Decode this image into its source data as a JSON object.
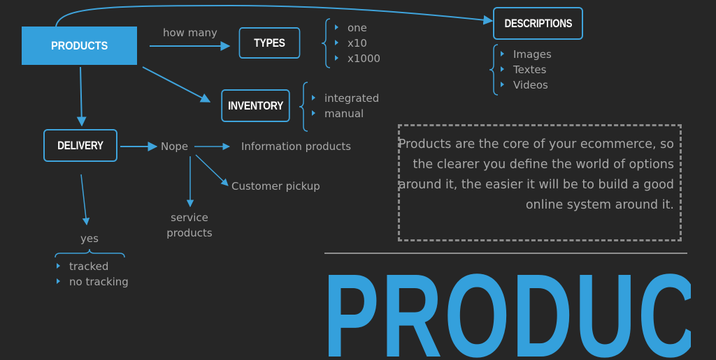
{
  "colors": {
    "background": "#262626",
    "accent": "#34a0dc",
    "muted_text": "#a8a8a8",
    "dashed_border": "#8a8a8a"
  },
  "nodes": {
    "products": "PRODUCTS",
    "types": "TYPES",
    "inventory": "INVENTORY",
    "delivery": "DELIVERY",
    "descriptions": "DESCRIPTIONS"
  },
  "edge_labels": {
    "how_many": "how many",
    "nope": "Nope",
    "information_products": "Information products",
    "customer_pickup": "Customer pickup",
    "service_products": "service\nproducts",
    "yes": "yes"
  },
  "lists": {
    "types": [
      "one",
      "x10",
      "x1000"
    ],
    "inventory": [
      "integrated",
      "manual"
    ],
    "descriptions": [
      "Images",
      "Textes",
      "Videos"
    ],
    "delivery_yes": [
      "tracked",
      "no tracking"
    ]
  },
  "note": "Products are the core of your ecommerce, so the clearer you define the world of options around it, the easier it will be to build a good  online system around it.",
  "big_title": "PRODUCTS"
}
